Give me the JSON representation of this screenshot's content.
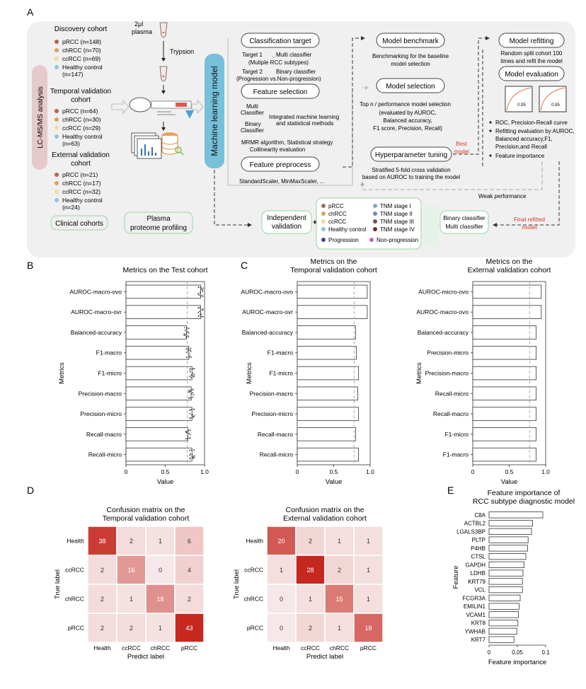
{
  "panelA": {
    "label": "A",
    "side_label": "LC-MS/MS analysis",
    "discovery": {
      "title": "Discovery cohort",
      "items": [
        "pRCC (n=148)",
        "chRCC (n=70)",
        "ccRCC (n=69)",
        "Healthy control",
        "(n=147)"
      ]
    },
    "temporal": {
      "title": [
        "Temporal validation",
        "cohort"
      ],
      "items": [
        "pRCC (n=64)",
        "chRCC (n=30)",
        "ccRCC (n=29)",
        "Healthy control",
        "(n=63)"
      ]
    },
    "external": {
      "title": [
        "External validation",
        "cohort"
      ],
      "items": [
        "pRCC (n=21)",
        "chRCC (n=17)",
        "ccRCC (n=32)",
        "Healthy control",
        "(n=24)"
      ]
    },
    "cohort_colors": [
      "#b5615c",
      "#d9a25f",
      "#f1dc9c",
      "#8fc3e0"
    ],
    "clinical_cohorts": "Clinical cohorts",
    "plasma_label": [
      "2μl",
      "plasma"
    ],
    "trypsion": "Trypsion",
    "plasma_profiling": [
      "Plasma",
      "proteome profiling"
    ],
    "ml_model": "Machine learning model",
    "classification_target": "Classification target",
    "target1": [
      "Target 1",
      "Multi classifier",
      "(Mutiple RCC subtypes)"
    ],
    "target2": [
      "Target 2",
      "Binary classifier",
      "(Progression vs.Non-progression)"
    ],
    "feature_selection": "Feature selection",
    "fs_lines": [
      "Multi",
      "Classifier",
      "Binary",
      "Classifier",
      "Integrated machine learning",
      "and statistical methods",
      "MRMR algorithm, Statistical strategy",
      "Collinearity evaluation"
    ],
    "feature_preprocess": "Feature preprocess",
    "fp_line": "StandardScaler, MinMaxScaler, ...",
    "model_benchmark": "Model benchmark",
    "mb_lines": [
      "Benchmarking for the baseline",
      "model selection"
    ],
    "model_selection": "Model selection",
    "ms_lines": [
      "Top n /    performance model selection",
      "(evaluated by AUROC,",
      "Balanced accuracy,",
      "F1 score, Precision, Recall)"
    ],
    "hyper": "Hyperparameter tuning",
    "hyper_lines": [
      "Stratified 5-fold cross validation",
      "based on AUROC to training the model"
    ],
    "best_model": [
      "Best",
      "model"
    ],
    "refit": "Model refitting",
    "refit_lines": [
      "Random split cohort 100",
      "times and refit the model"
    ],
    "evaluation": "Model evaluation",
    "roc_values": [
      "0.95",
      "0.95"
    ],
    "eval_bullets": [
      "ROC, Precision-Recall curve",
      "Refitting evaluation by AUROC,",
      "Balanced accuracy,F1,",
      "Precision,and Recall",
      "Feature importance"
    ],
    "weak_perf": "Weak performance",
    "independent": [
      "Independent",
      "validation"
    ],
    "legend_left": [
      "pRCC",
      "chRCC",
      "ccRCC",
      "Healthy control"
    ],
    "legend_right": [
      "TNM stage I",
      "TNM stage II",
      "TNM stage III",
      "TNM stage IV"
    ],
    "legend_right_colors": [
      "#7fa9d0",
      "#6f86b4",
      "#7b4a66",
      "#7a2a2a"
    ],
    "legend_prog": [
      "Progression",
      "Non-progression"
    ],
    "legend_prog_colors": [
      "#3c4aa8",
      "#c95bd0"
    ],
    "classifier_box": [
      "Binary classifier",
      "Multi classifier"
    ],
    "final_model": [
      "Final refitted",
      "model"
    ]
  },
  "chart_data": [
    {
      "panel": "B",
      "type": "bar",
      "title": "Metrics on the Test cohort",
      "xlabel": "Value",
      "ylabel": "Metrics",
      "xlim": [
        0,
        1.0
      ],
      "xticks": [
        "0",
        "0.5",
        "1.0"
      ],
      "ref_line": 0.78,
      "categories": [
        "AUROC-macro-ovo",
        "AUROC-macro-ovr",
        "Balanced-accuracy",
        "F1-macro",
        "F1-micro",
        "Precision-macro",
        "Precision-micro",
        "Recall-macro",
        "Recall-micro"
      ],
      "values": [
        0.95,
        0.95,
        0.77,
        0.8,
        0.84,
        0.83,
        0.84,
        0.79,
        0.84
      ],
      "jitter": true
    },
    {
      "panel": "C1",
      "type": "bar",
      "title": "Metrics on the",
      "title2": "Temporal validation cohort",
      "xlabel": "Value",
      "ylabel": "Metrics",
      "xlim": [
        0,
        1.0
      ],
      "xticks": [
        "0",
        "0.5",
        "1.0"
      ],
      "ref_line": 0.78,
      "categories": [
        "AUROC-macro-ovo",
        "AUROC-macro-ovr",
        "Balanced-accuracy",
        "F1-macro",
        "F1-micro",
        "Precision-macro",
        "Precision-micro",
        "Recall-macro",
        "Recall-micro"
      ],
      "values": [
        0.96,
        0.96,
        0.8,
        0.81,
        0.84,
        0.83,
        0.84,
        0.8,
        0.84
      ]
    },
    {
      "panel": "C2",
      "type": "bar",
      "title": "Metrics on the",
      "title2": "External validation cohort",
      "xlabel": "Value",
      "ylabel": "Metrics",
      "xlim": [
        0,
        1.0
      ],
      "xticks": [
        "0",
        "0.5",
        "1.0"
      ],
      "ref_line": 0.78,
      "categories": [
        "AUROC-micro-ovo",
        "AUROC-macro-ovo",
        "Balanced-accuracy",
        "Precision-micro",
        "Precision-macro",
        "Recall-micro",
        "Recall-macro",
        "F1-micro",
        "F1-macro"
      ],
      "values": [
        0.94,
        0.94,
        0.87,
        0.87,
        0.87,
        0.87,
        0.87,
        0.87,
        0.87
      ]
    },
    {
      "panel": "D1",
      "type": "heatmap",
      "title": "Confusion matrix on the",
      "title2": "Temporal validation cohort",
      "xlabel": "Predict label",
      "ylabel": "True label",
      "rows": [
        "Health",
        "ccRCC",
        "chRCC",
        "pRCC"
      ],
      "cols": [
        "Health",
        "ccRCC",
        "chRCC",
        "pRCC"
      ],
      "values": [
        [
          38,
          2,
          1,
          6
        ],
        [
          2,
          16,
          0,
          4
        ],
        [
          2,
          1,
          18,
          2
        ],
        [
          2,
          2,
          1,
          43
        ]
      ]
    },
    {
      "panel": "D2",
      "type": "heatmap",
      "title": "Confusion matrix on the",
      "title2": "External validation cohort",
      "xlabel": "Predict label",
      "ylabel": "True label",
      "rows": [
        "Health",
        "ccRCC",
        "chRCC",
        "pRCC"
      ],
      "cols": [
        "Health",
        "ccRCC",
        "chRCC",
        "pRCC"
      ],
      "values": [
        [
          20,
          2,
          1,
          1
        ],
        [
          1,
          28,
          2,
          1
        ],
        [
          0,
          1,
          15,
          1
        ],
        [
          0,
          2,
          1,
          18
        ]
      ]
    },
    {
      "panel": "E",
      "type": "bar",
      "title": "Feature importance of",
      "title2": "RCC subtype diagnostic model",
      "xlabel": "Feature importance",
      "ylabel": "Feature",
      "xlim": [
        0,
        0.1
      ],
      "xticks": [
        "0",
        "0.05",
        "0.1"
      ],
      "categories": [
        "C8A",
        "ACTBL2",
        "LGALS3BP",
        "PLTP",
        "P4HB",
        "CTSL",
        "GAPDH",
        "LDHB",
        "KRT79",
        "VCL",
        "FCGR3A",
        "EMILIN1",
        "VCAM1",
        "KRT8",
        "YWHAB",
        "KRT7"
      ],
      "values": [
        0.095,
        0.077,
        0.075,
        0.069,
        0.068,
        0.065,
        0.062,
        0.06,
        0.059,
        0.059,
        0.055,
        0.053,
        0.052,
        0.051,
        0.049,
        0.044
      ]
    }
  ],
  "panel_labels": [
    "B",
    "C",
    "D",
    "E"
  ]
}
